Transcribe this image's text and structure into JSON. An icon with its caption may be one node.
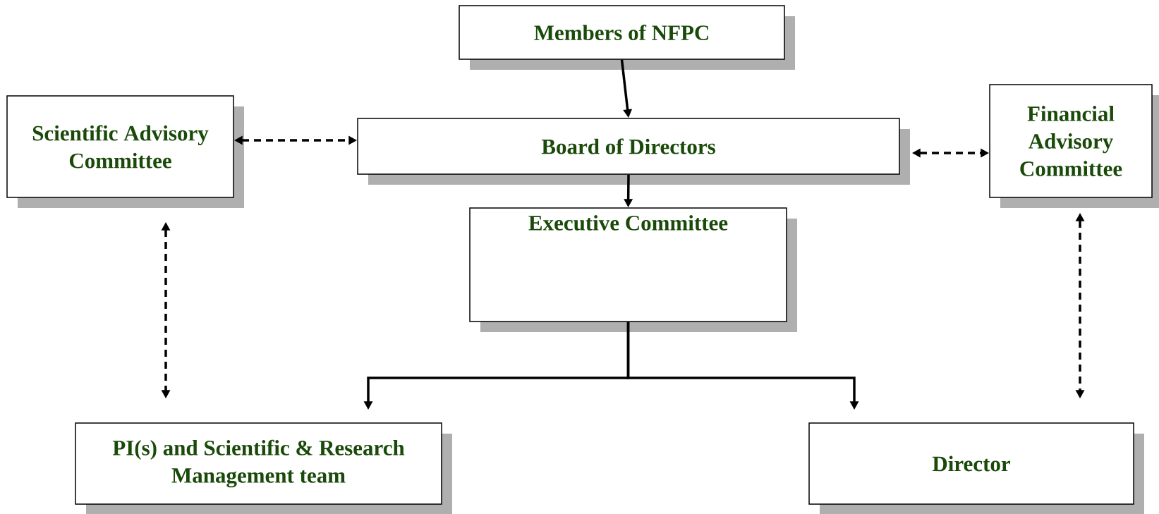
{
  "diagram": {
    "nodes": [
      {
        "text": [
          "Members of NFPC"
        ]
      },
      {
        "text": [
          "Scientific Advisory Committee"
        ]
      },
      {
        "text": [
          "Board of Directors"
        ]
      },
      {
        "text": [
          "Financial Advisory Committee"
        ]
      },
      {
        "text": [
          "Executive Committee"
        ]
      },
      {
        "text": [
          "PI(s) and Scientific & Research Management team"
        ]
      },
      {
        "text": [
          "Director"
        ]
      }
    ],
    "edges": [
      {
        "from": 0,
        "to": 2,
        "arrow": "to"
      },
      {
        "from": 1,
        "to": 2,
        "arrow": "both",
        "style": "dashed"
      },
      {
        "from": 2,
        "to": 3,
        "arrow": "both",
        "style": "dashed"
      },
      {
        "from": 2,
        "to": 4,
        "arrow": "to"
      },
      {
        "from": 4,
        "to": 5,
        "arrow": "to"
      },
      {
        "from": 4,
        "to": 6,
        "arrow": "to"
      },
      {
        "from": 1,
        "to": 5,
        "arrow": "both",
        "style": "dashed"
      },
      {
        "from": 3,
        "to": 6,
        "arrow": "both",
        "style": "dashed"
      }
    ]
  }
}
